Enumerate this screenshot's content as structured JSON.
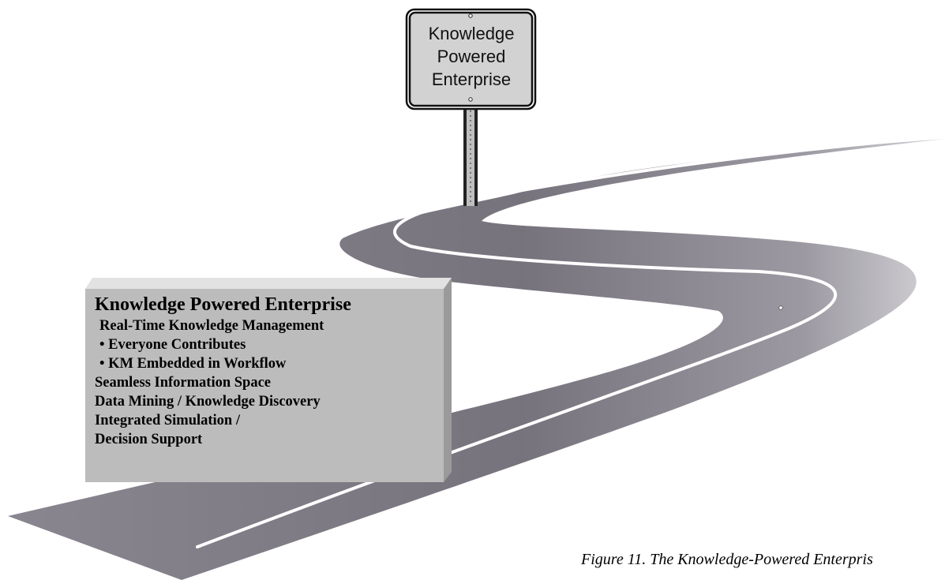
{
  "sign": {
    "lines": [
      "Knowledge",
      "Powered",
      "Enterprise"
    ]
  },
  "billboard": {
    "title": "Knowledge Powered Enterprise",
    "items": [
      "Real-Time Knowledge Management",
      "• Everyone Contributes",
      "• KM Embedded in Workflow",
      "Seamless Information Space",
      "Data Mining / Knowledge Discovery",
      "Integrated Simulation /",
      "Decision Support"
    ]
  },
  "caption": "Figure 11. The Knowledge-Powered Enterpris",
  "colors": {
    "road_dark": "#7e7a84",
    "road_light": "#c4c2c8",
    "lane_line": "#ffffff",
    "sign_face": "#d2d2d2",
    "board_face": "#bdbdbd",
    "board_side": "#9a9a9a",
    "board_top": "#dedede"
  }
}
